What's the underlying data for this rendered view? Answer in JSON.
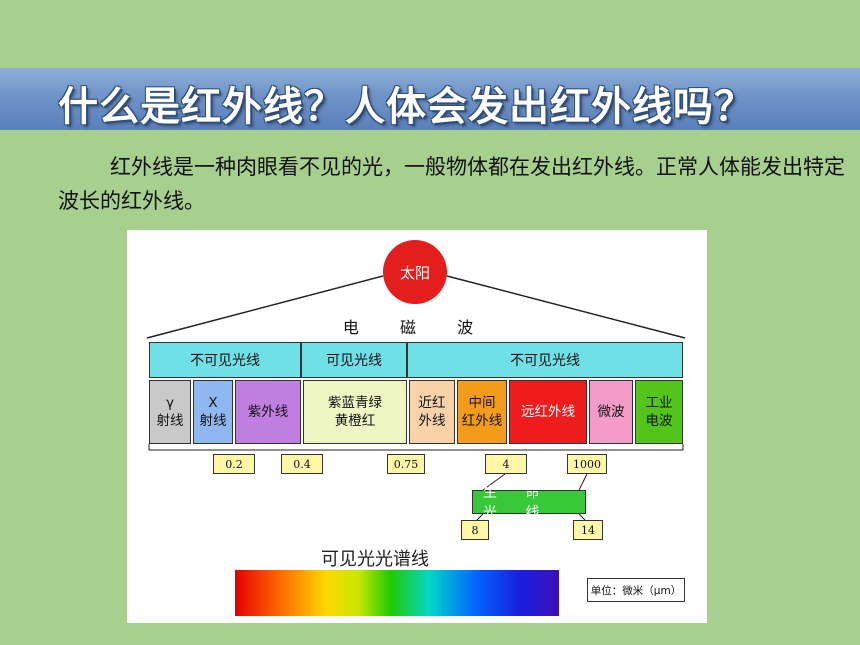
{
  "title": "什么是红外线？人体会发出红外线吗？",
  "paragraph": "红外线是一种肉眼看不见的光，一般物体都在发出红外线。正常人体能发出特定波长的红外线。",
  "diagram": {
    "sun": "太阳",
    "em_wave": "电 磁 波",
    "bands": [
      {
        "label": "不可见光线",
        "color": "#6fe1e6"
      },
      {
        "label": "可见光线",
        "color": "#6fe1e6"
      },
      {
        "label": "不可见光线",
        "color": "#6fe1e6"
      }
    ],
    "cells": [
      {
        "line1": "γ",
        "line2": "射线",
        "color": "#c9c9c9"
      },
      {
        "line1": "X",
        "line2": "射线",
        "color": "#8fb8f0"
      },
      {
        "line1": "紫外线",
        "line2": "",
        "color": "#c07ee0"
      },
      {
        "line1": "紫蓝青绿",
        "line2": "黄橙红",
        "color": "#eef7c4"
      },
      {
        "line1": "近红",
        "line2": "外线",
        "color": "#f9d2a8"
      },
      {
        "line1": "中间",
        "line2": "红外线",
        "color": "#f59b1a"
      },
      {
        "line1": "远红外线",
        "line2": "",
        "color": "#ee1c1c"
      },
      {
        "line1": "微波",
        "line2": "",
        "color": "#f39cc9"
      },
      {
        "line1": "工业",
        "line2": "电波",
        "color": "#52c41a"
      }
    ],
    "wavelength_ticks": [
      "0.2",
      "0.4",
      "0.75",
      "4",
      "1000"
    ],
    "life_line": "生 命 光 线",
    "life_ticks": [
      "8",
      "14"
    ],
    "spectrum_title": "可见光光谱线",
    "unit": "单位：微米（μm）"
  }
}
